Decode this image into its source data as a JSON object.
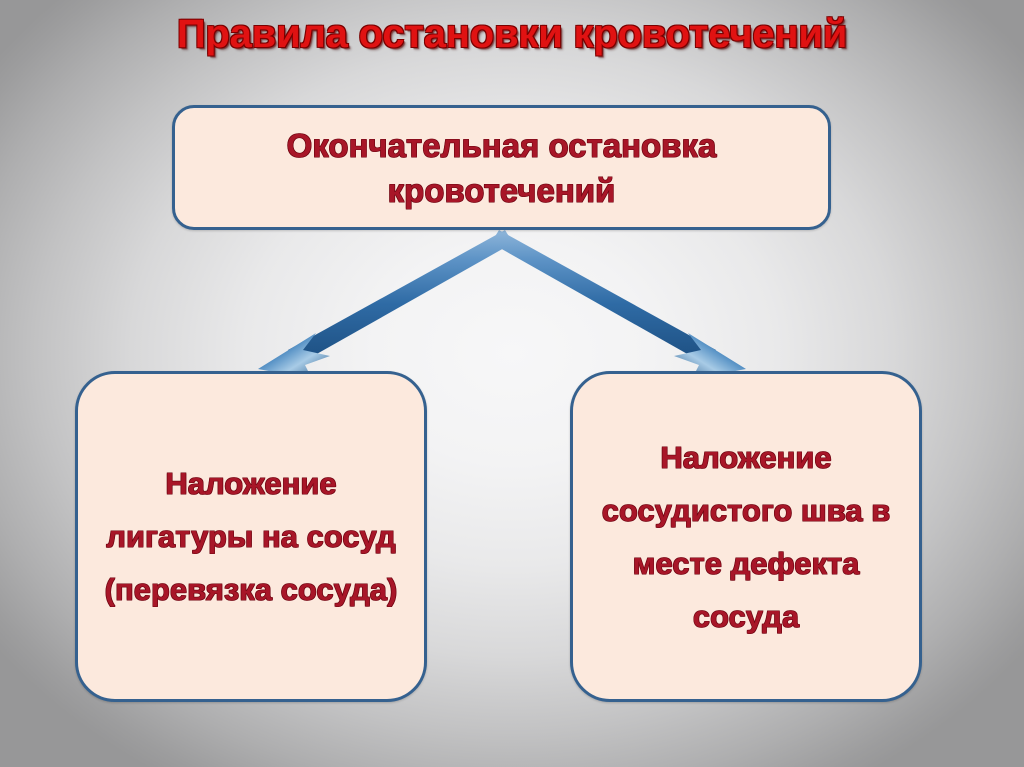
{
  "slide": {
    "title": "Правила остановки кровотечений",
    "title_color": "#e01212",
    "background_center_color": "#f7f7f8",
    "background_edge_color": "#979798"
  },
  "diagram": {
    "type": "flowchart",
    "orientation": "top-down",
    "node_fill_color": "#fce9dd",
    "node_border_color": "#35618f",
    "node_text_color": "#a81628",
    "arrow_color": "#3b77b4",
    "nodes": [
      {
        "id": "top",
        "label": "Окончательная остановка кровотечений",
        "lines": [
          "Окончательная остановка",
          "кровотечений"
        ]
      },
      {
        "id": "left",
        "label": "Наложение лигатуры на сосуд (перевязка сосуда)",
        "lines": [
          "Наложение",
          "лигатуры на",
          "сосуд",
          "(перевязка",
          "сосуда)"
        ]
      },
      {
        "id": "right",
        "label": "Наложение сосудистого шва в месте дефекта сосуда",
        "lines": [
          "Наложение",
          "сосудистого",
          "шва в месте",
          "дефекта",
          "сосуда"
        ]
      }
    ],
    "edges": [
      {
        "from": "top",
        "to": "left",
        "style": "barbed-arrow"
      },
      {
        "from": "top",
        "to": "right",
        "style": "barbed-arrow"
      }
    ]
  }
}
